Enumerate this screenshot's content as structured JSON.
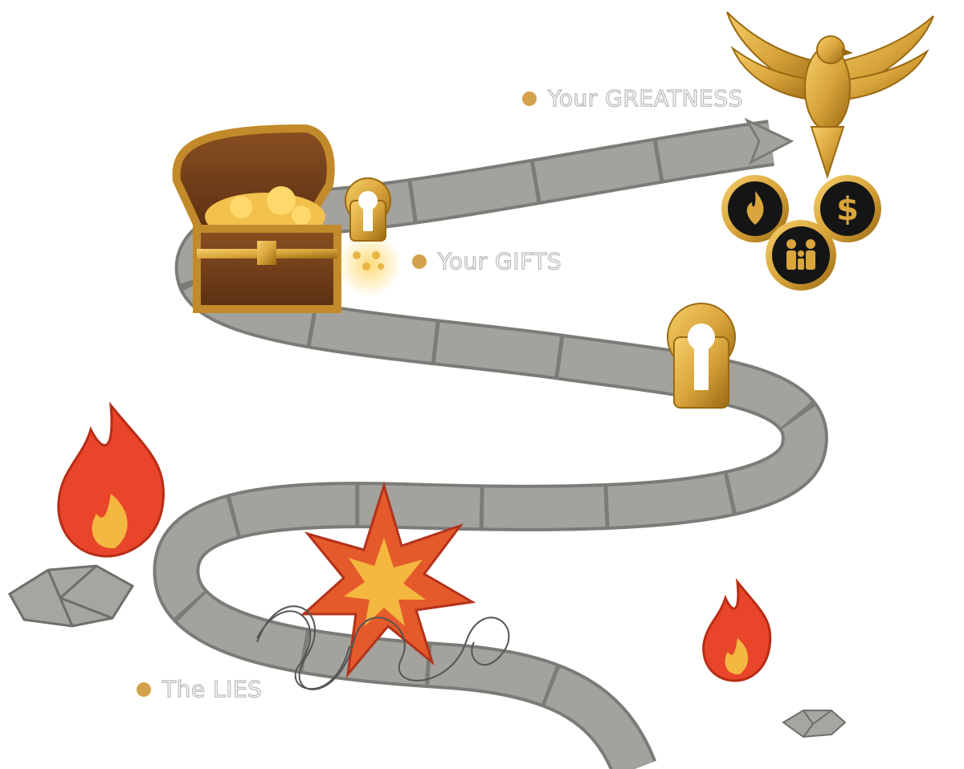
{
  "labels": {
    "greatness": "Your GREATNESS",
    "gifts": "Your GIFTS",
    "lies": "The LIES"
  },
  "icons": [
    "eagle-icon",
    "treasure-chest-icon",
    "keyhole-icon",
    "flame-coin-icon",
    "dollar-coin-icon",
    "family-coin-icon",
    "fire-icon",
    "explosion-icon",
    "barbed-wire-icon",
    "cracked-rocks-icon",
    "arrow-head-icon"
  ],
  "colors": {
    "gold": "#d9a53c",
    "gold_dark": "#9a6a12",
    "path": "#9e9d98",
    "path_edge": "#7c7b77",
    "fire_red": "#e8452b",
    "fire_yellow": "#f4b740",
    "dot": "#d4a24c"
  }
}
